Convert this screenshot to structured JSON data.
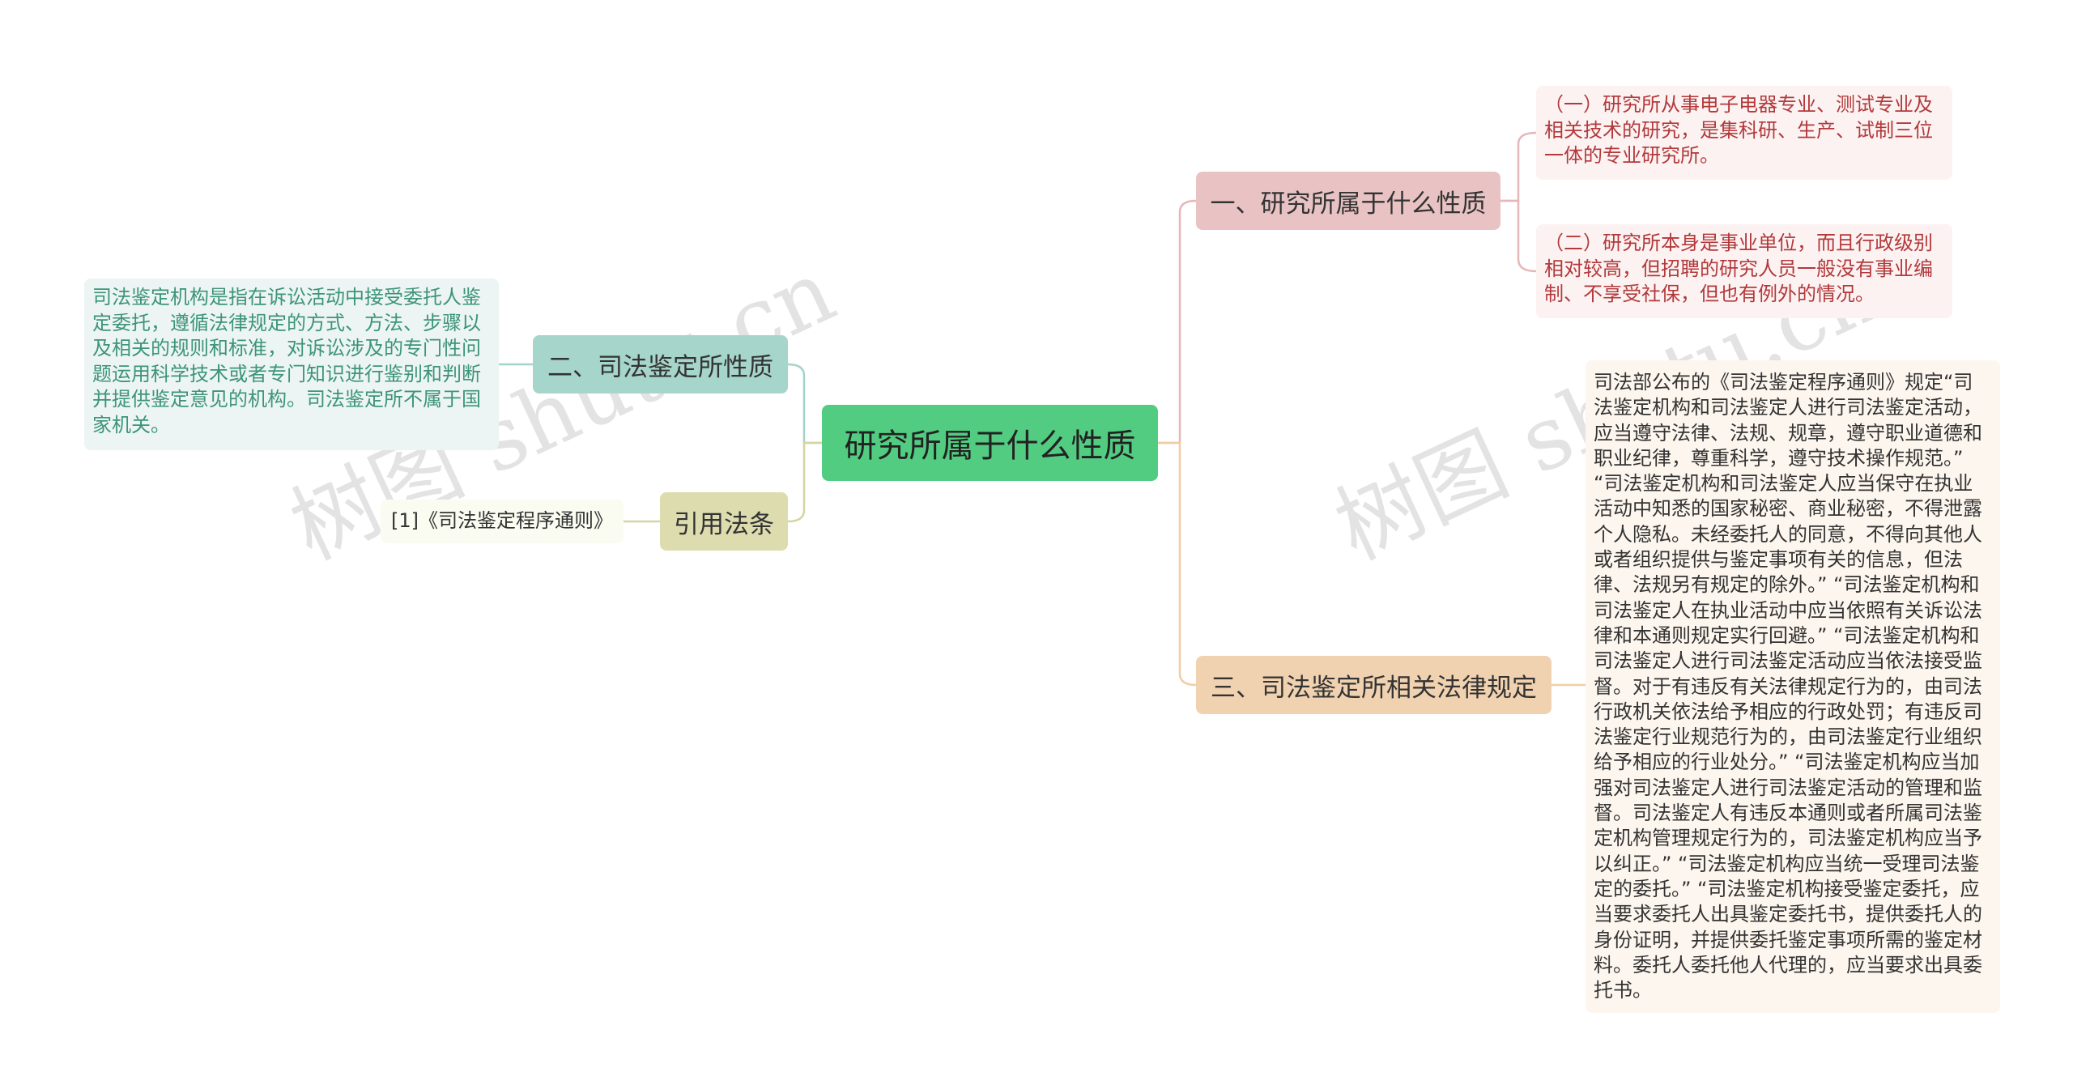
{
  "root": {
    "label": "研究所属于什么性质"
  },
  "branches": [
    {
      "label": "一、研究所属于什么性质",
      "children": [
        "（一）研究所从事电子电器专业、测试专业及相关技术的研究，是集科研、生产、试制三位一体的专业研究所。",
        "（二）研究所本身是事业单位，而且行政级别相对较高，但招聘的研究人员一般没有事业编制、不享受社保，但也有例外的情况。"
      ]
    },
    {
      "label": "二、司法鉴定所性质",
      "children": [
        "司法鉴定机构是指在诉讼活动中接受委托人鉴定委托，遵循法律规定的方式、方法、步骤以及相关的规则和标准，对诉讼涉及的专门性问题运用科学技术或者专门知识进行鉴别和判断并提供鉴定意见的机构。司法鉴定所不属于国家机关。"
      ]
    },
    {
      "label": "引用法条",
      "children": [
        "[1]《司法鉴定程序通则》"
      ]
    },
    {
      "label": "三、司法鉴定所相关法律规定",
      "children": [
        "司法部公布的《司法鉴定程序通则》规定“司法鉴定机构和司法鉴定人进行司法鉴定活动，应当遵守法律、法规、规章，遵守职业道德和职业纪律，尊重科学，遵守技术操作规范。” “司法鉴定机构和司法鉴定人应当保守在执业活动中知悉的国家秘密、商业秘密，不得泄露个人隐私。未经委托人的同意，不得向其他人或者组织提供与鉴定事项有关的信息，但法律、法规另有规定的除外。” “司法鉴定机构和司法鉴定人在执业活动中应当依照有关诉讼法律和本通则规定实行回避。” “司法鉴定机构和司法鉴定人进行司法鉴定活动应当依法接受监督。对于有违反有关法律规定行为的，由司法行政机关依法给予相应的行政处罚；有违反司法鉴定行业规范行为的，由司法鉴定行业组织给予相应的行业处分。” “司法鉴定机构应当加强对司法鉴定人进行司法鉴定活动的管理和监督。司法鉴定人有违反本通则或者所属司法鉴定机构管理规定行为的，司法鉴定机构应当予以纠正。” “司法鉴定机构应当统一受理司法鉴定的委托。” “司法鉴定机构接受鉴定委托，应当要求委托人出具鉴定委托书，提供委托人的身份证明，并提供委托鉴定事项所需的鉴定材料。委托人委托他人代理的，应当要求出具委托书。"
      ]
    }
  ],
  "watermark": "树图 shutu.cn",
  "colors": {
    "root": "#52cc80",
    "branch1": "#e9c3c4",
    "branch2": "#a6d5cb",
    "branch3": "#dcdcaf",
    "branch4": "#f1d2b0",
    "leaf1_text": "#b2393b",
    "leaf2_text": "#3d9479"
  }
}
